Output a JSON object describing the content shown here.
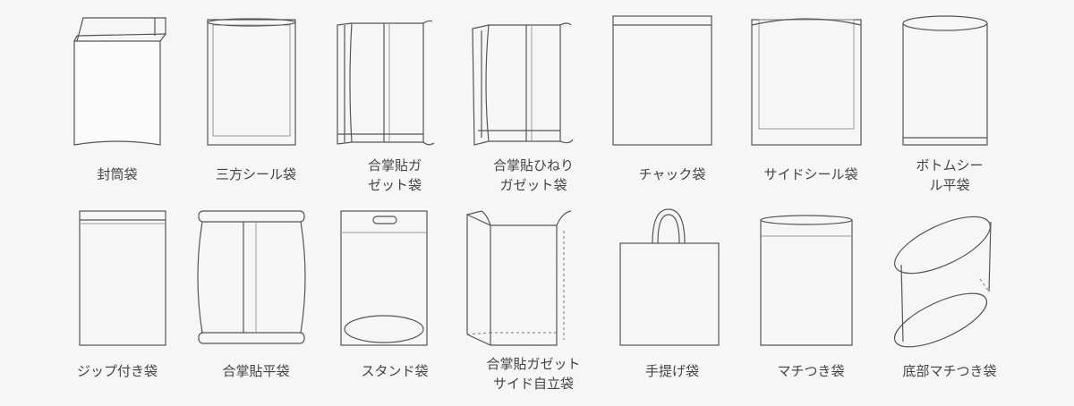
{
  "bags": [
    {
      "id": "envelope",
      "label": "封筒袋"
    },
    {
      "id": "three-side-seal",
      "label": "三方シール袋"
    },
    {
      "id": "center-seal-gusset",
      "label": "合掌貼ガ\nゼット袋"
    },
    {
      "id": "center-seal-twist-gusset",
      "label": "合掌貼ひねり\nガゼット袋"
    },
    {
      "id": "zipper",
      "label": "チャック袋"
    },
    {
      "id": "side-seal",
      "label": "サイドシール袋"
    },
    {
      "id": "bottom-seal-flat",
      "label": "ボトムシー\nル平袋"
    },
    {
      "id": "zip-lock",
      "label": "ジップ付き袋"
    },
    {
      "id": "center-seal-flat",
      "label": "合掌貼平袋"
    },
    {
      "id": "stand-up",
      "label": "スタンド袋"
    },
    {
      "id": "center-seal-gusset-side-standing",
      "label": "合掌貼ガゼット\nサイド自立袋"
    },
    {
      "id": "handle",
      "label": "手提げ袋"
    },
    {
      "id": "gusset",
      "label": "マチつき袋"
    },
    {
      "id": "bottom-gusset",
      "label": "底部マチつき袋"
    }
  ]
}
